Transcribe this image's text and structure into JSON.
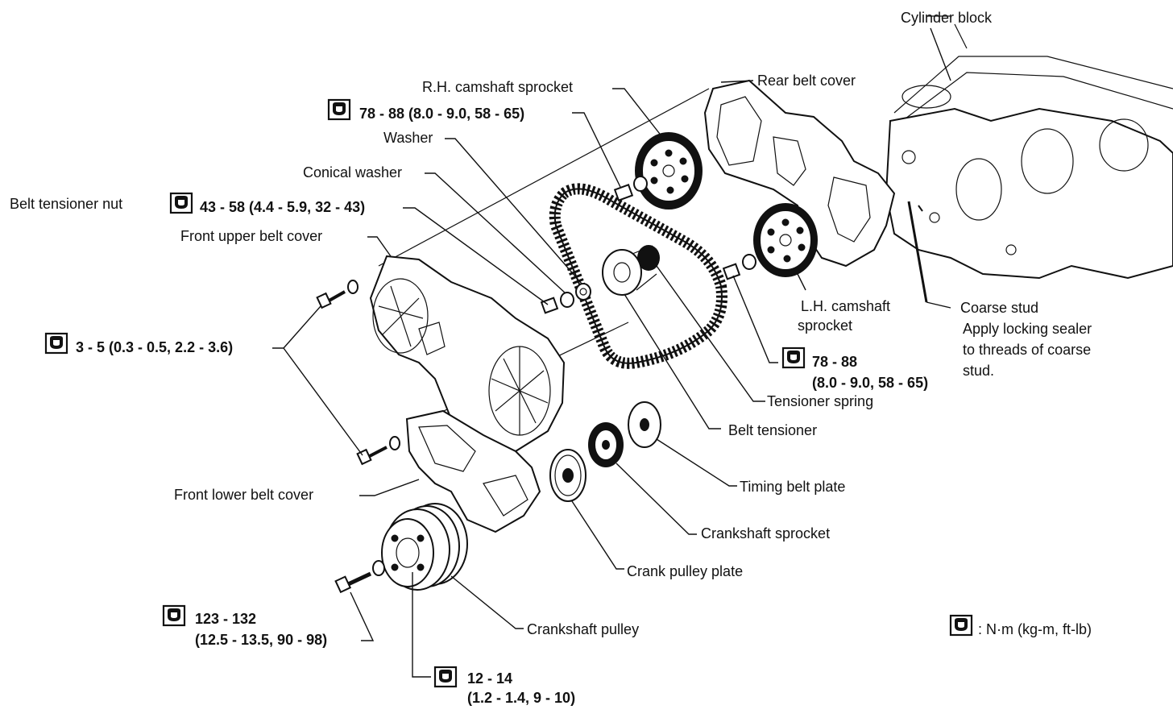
{
  "labels": {
    "cylinder_block": "Cylinder block",
    "rear_belt_cover": "Rear belt cover",
    "rh_camshaft_sprocket": "R.H. camshaft sprocket",
    "washer": "Washer",
    "conical_washer": "Conical washer",
    "belt_tensioner_nut": "Belt tensioner nut",
    "front_upper_belt_cover": "Front upper belt cover",
    "lh_camshaft_sprocket_1": "L.H. camshaft",
    "lh_camshaft_sprocket_2": "sprocket",
    "coarse_stud": "Coarse stud",
    "coarse_stud_note_1": "Apply locking sealer",
    "coarse_stud_note_2": "to threads of coarse",
    "coarse_stud_note_3": "stud.",
    "tensioner_spring": "Tensioner spring",
    "belt_tensioner": "Belt tensioner",
    "timing_belt_plate": "Timing belt plate",
    "front_lower_belt_cover": "Front lower belt cover",
    "crankshaft_sprocket": "Crankshaft sprocket",
    "crank_pulley_plate": "Crank pulley plate",
    "crankshaft_pulley": "Crankshaft pulley"
  },
  "torques": {
    "rh_cam_bolt": "78 - 88 (8.0 - 9.0, 58 - 65)",
    "tensioner_nut": "43 - 58 (4.4 - 5.9, 32 - 43)",
    "cover_bolts": "3 - 5 (0.3 - 0.5, 2.2 - 3.6)",
    "lh_cam_bolt_1": "78 - 88",
    "lh_cam_bolt_2": "(8.0 - 9.0, 58 - 65)",
    "crank_bolt_1": "123 - 132",
    "crank_bolt_2": "(12.5 - 13.5, 90 - 98)",
    "pulley_bolts_1": "12 - 14",
    "pulley_bolts_2": "(1.2 - 1.4, 9 - 10)"
  },
  "legend": {
    "text": ": N·m (kg-m, ft-lb)"
  },
  "icons": {
    "torque_symbol": "torque-wrench-icon"
  }
}
